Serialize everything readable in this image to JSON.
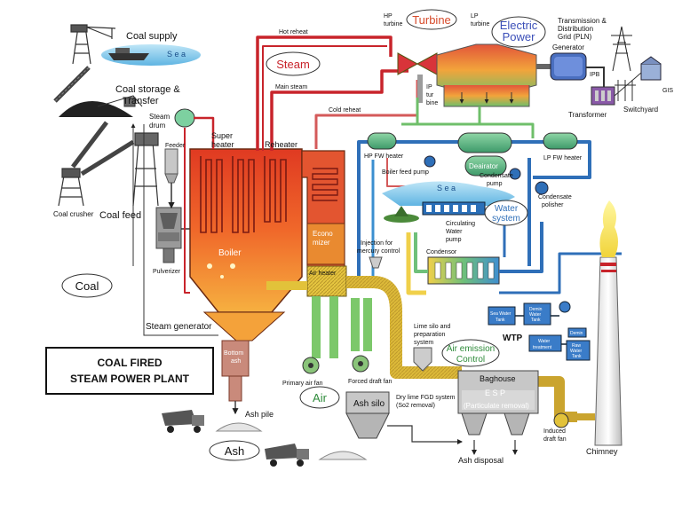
{
  "title": {
    "line1": "COAL FIRED",
    "line2": "STEAM POWER PLANT"
  },
  "bubbles": {
    "turbine": "Turbine",
    "electric_power_1": "Electric",
    "electric_power_2": "Power",
    "steam": "Steam",
    "coal": "Coal",
    "air": "Air",
    "ash": "Ash",
    "water_system_1": "Water",
    "water_system_2": "system",
    "air_emission_1": "Air emission",
    "air_emission_2": "Control"
  },
  "labels": {
    "coal_supply": "Coal supply",
    "sea_top": "S e a",
    "coal_storage_1": "Coal storage &",
    "coal_storage_2": "Transfer",
    "coal_crusher": "Coal crusher",
    "coal_feed": "Coal feed",
    "steam_drum_1": "Steam",
    "steam_drum_2": "drum",
    "feeder": "Feeder",
    "pulverizer": "Pulverizer",
    "steam_generator": "Steam generator",
    "super_heater_1": "Super",
    "super_heater_2": "heater",
    "reheater": "Reheater",
    "boiler": "Boiler",
    "hot_reheat": "Hot reheat",
    "main_steam": "Main steam",
    "cold_reheat": "Cold reheat",
    "hp_turbine_1": "HP",
    "hp_turbine_2": "turbine",
    "lp_turbine_1": "LP",
    "lp_turbine_2": "turbine",
    "ip_turbine_1": "IP",
    "ip_turbine_2": "tur",
    "ip_turbine_3": "bine",
    "generator": "Generator",
    "transmission_1": "Transmission &",
    "transmission_2": "Distribution",
    "transmission_3": "Grid (PLN)",
    "ipb": "IPB",
    "gis": "GIS",
    "switchyard": "Switchyard",
    "transformer": "Transformer",
    "hp_fw_heater": "HP FW heater",
    "boiler_feed_pump": "Boiler feed pump",
    "deaerator": "Deairator",
    "lp_fw_heater": "LP FW heater",
    "condensate_pump_1": "Condensate",
    "condensate_pump_2": "pump",
    "condensate_polisher_1": "Condensate",
    "condensate_polisher_2": "polisher",
    "sea_mid": "S e a",
    "circ_pump_1": "Circulating",
    "circ_pump_2": "Water",
    "circ_pump_3": "pump",
    "condensor": "Condensor",
    "economizer_1": "Econo",
    "economizer_2": "mizer",
    "air_heater": "Air heater",
    "injection_1": "Injection for",
    "injection_2": "mercury control",
    "lime_silo_1": "Lime silo and",
    "lime_silo_2": "preparation",
    "lime_silo_3": "system",
    "primary_air_fan": "Primary air fan",
    "forced_draft_fan": "Forced draft fan",
    "bottom_ash_1": "Bottom",
    "bottom_ash_2": "ash",
    "ash_pile": "Ash pile",
    "ash_silo": "Ash silo",
    "fgd_1": "Dry lime FGD system",
    "fgd_2": "(So2 removal)",
    "baghouse": "Baghouse",
    "esp_1": "E S P",
    "esp_2": "(Particulate removal)",
    "induced_fan_1": "Induced",
    "induced_fan_2": "draft fan",
    "chimney": "Chimney",
    "ash_disposal": "Ash disposal",
    "wtp": "WTP",
    "sea_water_tank_1": "Sea Water",
    "sea_water_tank_2": "Tank",
    "demin_tank_1": "Demin",
    "demin_tank_2": "Water",
    "demin_tank_3": "Tank",
    "water_treatment_1": "Water",
    "water_treatment_2": "treatment",
    "demin_1": "Demin",
    "raw_water_1": "Raw",
    "raw_water_2": "Water",
    "raw_water_3": "Tank"
  },
  "colors": {
    "steam_pipe": "#c8242b",
    "water_pipe": "#2f6fb8",
    "feed_pipe": "#3b8fd0",
    "flue_gas": "#e2c23a",
    "boiler_hot": "#e8502a",
    "boiler_warm": "#f4a23a",
    "tank_green": "#5bbf88",
    "sea_blue": "#7cc7ea",
    "grey_equipment": "#8a8a8a"
  }
}
